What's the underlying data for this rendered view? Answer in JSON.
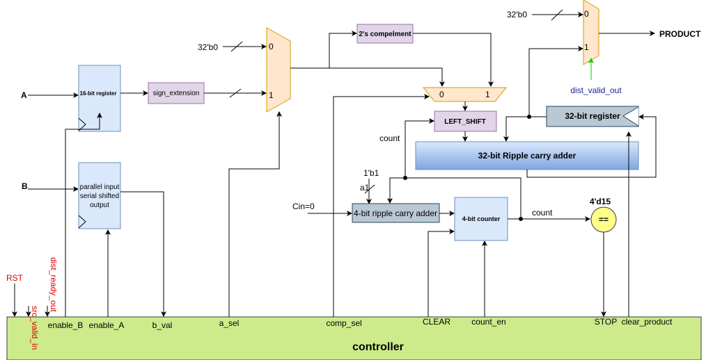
{
  "colors": {
    "register_blue": "#dae8fc",
    "register_border": "#6c8ebf",
    "purple_box": "#e1d5e7",
    "purple_border": "#9673a6",
    "mux_fill": "#ffe6cc",
    "mux_border": "#d79b00",
    "gray_box": "#bac8d3",
    "gray_border": "#23445d",
    "controller_green": "#cdeb8b",
    "controller_border": "#36393d",
    "comparator_yellow": "#ffff88",
    "signal_red": "#e00000",
    "signal_blue": "#1a1a9a",
    "arrow_green": "#00cc00"
  },
  "blocks": {
    "reg16": "16-bit register",
    "sign_ext": "sign_extension",
    "psso_line1": "parallel input",
    "psso_line2": "serial shifted",
    "psso_line3": "output",
    "twos_comp": "2's compelment",
    "left_shift": "LEFT_SHIFT",
    "reg32": "32-bit register",
    "ripple32": "32-bit Ripple carry adder",
    "ripple4": "4-bit ripple carry adder",
    "counter4": "4-bit counter",
    "comparator": "==",
    "controller": "controller"
  },
  "inputs": {
    "a": "A",
    "b": "B",
    "const_32b0_mux1": "32'b0",
    "const_32b0_mux3": "32'b0",
    "const_1b1": "1'b1",
    "a1": "a1",
    "cin": "Cin=0",
    "const_4d15": "4'd15"
  },
  "mux_labels": {
    "mux1_in0": "0",
    "mux1_in1": "1",
    "mux2_in0": "0",
    "mux2_in1": "1",
    "mux3_in0": "0",
    "mux3_in1": "1"
  },
  "wire_labels": {
    "count_left": "count",
    "count_right": "count",
    "dist_valid_out": "dist_valid_out"
  },
  "outputs": {
    "product": "PRODUCT"
  },
  "external_signals": {
    "rst": "RST",
    "src_valid_in": "src_valid_in",
    "dist_ready_out": "dist_ready_out"
  },
  "controller_ports": {
    "enable_b": "enable_B",
    "enable_a": "enable_A",
    "b_val": "b_val",
    "a_sel": "a_sel",
    "comp_sel": "comp_sel",
    "clear": "CLEAR",
    "count_en": "count_en",
    "stop": "STOP",
    "clear_product": "clear_product"
  }
}
